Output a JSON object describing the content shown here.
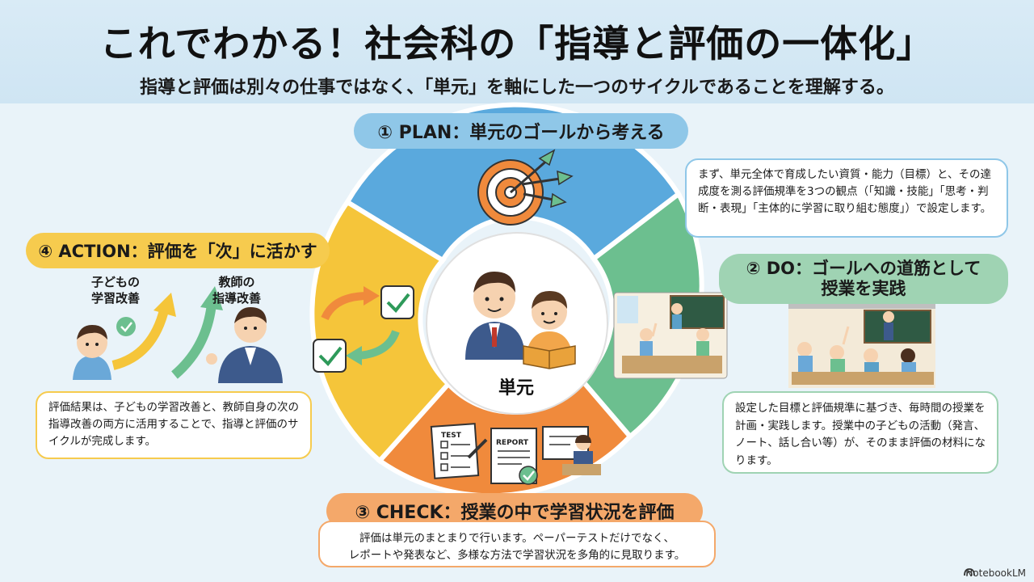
{
  "title": "これでわかる！社会科の「指導と評価の一体化」",
  "subtitle": "指導と評価は別々の仕事ではなく、「単元」を軸にした一つのサイクルであることを理解する。",
  "hub": {
    "label": "単元"
  },
  "plan": {
    "heading": "① PLAN：単元のゴールから考える",
    "text": "まず、単元全体で育成したい資質・能力（目標）と、その達成度を測る評価規準を3つの観点（「知識・技能」「思考・判断・表現」「主体的に学習に取り組む態度」）で設定します。"
  },
  "do": {
    "heading_line1": "② DO：ゴールへの道筋として",
    "heading_line2": "授業を実践",
    "text": "設定した目標と評価規準に基づき、毎時間の授業を計画・実践します。授業中の子どもの活動（発言、ノート、話し合い等）が、そのまま評価の材料になります。"
  },
  "check": {
    "heading": "③ CHECK：授業の中で学習状況を評価",
    "text_line1": "評価は単元のまとまりで行います。ペーパーテストだけでなく、",
    "text_line2": "レポートや発表など、多様な方法で学習状況を多角的に見取ります。",
    "icon_test": "TEST",
    "icon_report": "REPORT"
  },
  "action": {
    "heading": "④ ACTION：評価を「次」に活かす",
    "label_child": "子どもの\n学習改善",
    "label_teacher": "教師の\n指導改善",
    "text": "評価結果は、子どもの学習改善と、教師自身の次の指導改善の両方に活用することで、指導と評価のサイクルが完成します。"
  },
  "brand": "NotebookLM",
  "colors": {
    "plan": "#5aa9dd",
    "do": "#6cbf8f",
    "check": "#f08a3c",
    "action": "#f5c53a",
    "background": "#e9f3f9"
  }
}
